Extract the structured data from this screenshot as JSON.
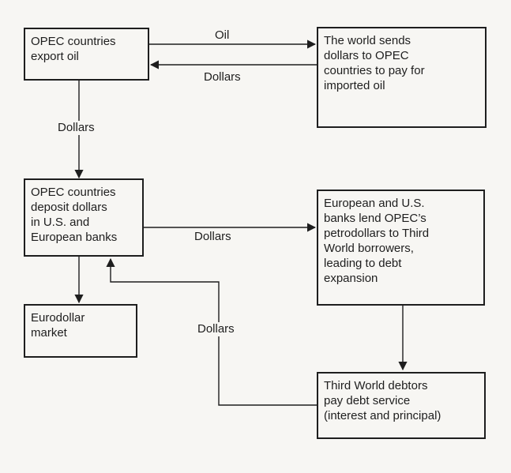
{
  "boxes": {
    "opec_export": "OPEC countries\nexport oil",
    "world_sends": "The world sends\ndollars to OPEC\ncountries to pay for\nimported oil",
    "opec_deposit": "OPEC countries\ndeposit dollars\nin U.S. and\nEuropean banks",
    "banks_lend": "European and U.S.\nbanks lend OPEC’s\npetrodollars to Third\nWorld borrowers,\nleading to debt\nexpansion",
    "eurodollar": "Eurodollar\nmarket",
    "third_world": "Third World debtors\npay debt service\n(interest and principal)"
  },
  "edges": {
    "oil": "Oil",
    "dollars_to_opec": "Dollars",
    "dollars_down": "Dollars",
    "dollars_to_banks": "Dollars",
    "dollars_back": "Dollars"
  }
}
